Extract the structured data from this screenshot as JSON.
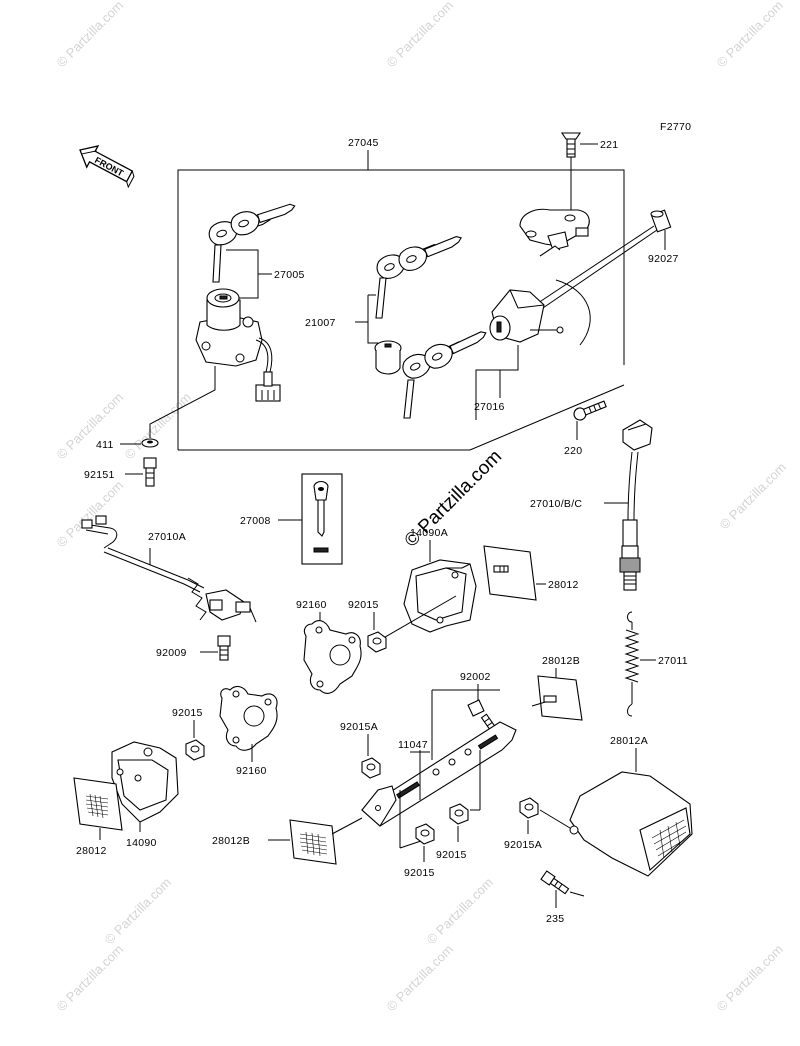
{
  "figure_code": "F2770",
  "front_label": "FRONT",
  "watermark": {
    "main_text": "© Partzilla.com",
    "corner_text": "© Partzilla.com"
  },
  "labels": {
    "p27045": "27045",
    "p221": "221",
    "p92027": "92027",
    "p27005": "27005",
    "p21007": "21007",
    "p27016": "27016",
    "p411": "411",
    "p92151": "92151",
    "p220": "220",
    "p27010bc": "27010/B/C",
    "p27008": "27008",
    "p27010a": "27010A",
    "p14090a": "14090A",
    "p28012_top": "28012",
    "p92160_top": "92160",
    "p92015_mid": "92015",
    "p92009": "92009",
    "p27011": "27011",
    "p28012b_top": "28012B",
    "p92002": "92002",
    "p92015_left": "92015",
    "p92015a_mid": "92015A",
    "p11047": "11047",
    "p92160_bot": "92160",
    "p28012a": "28012A",
    "p28012_bot": "28012",
    "p14090": "14090",
    "p28012b_bot": "28012B",
    "p92015_bot1": "92015",
    "p92015_bot2": "92015",
    "p92015a_right": "92015A",
    "p235": "235"
  }
}
